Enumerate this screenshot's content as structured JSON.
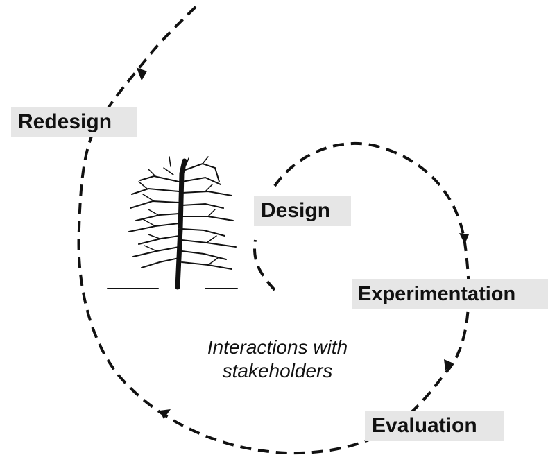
{
  "labels": {
    "redesign": "Redesign",
    "design": "Design",
    "experimentation": "Experimentation",
    "evaluation": "Evaluation"
  },
  "center": {
    "line1": "Interactions with",
    "line2": "stakeholders"
  },
  "colors": {
    "label_background": "#e6e6e6",
    "stroke": "#111111"
  },
  "icons": [
    "tree-illustration",
    "arrowhead-icon"
  ]
}
